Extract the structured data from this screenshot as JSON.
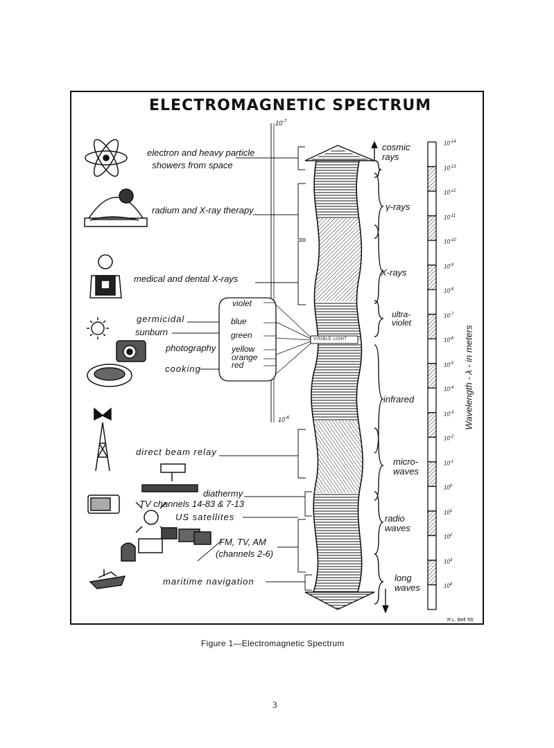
{
  "title": "ELECTROMAGNETIC SPECTRUM",
  "caption": "Figure 1—Electromagnetic Spectrum",
  "page_number": "3",
  "signature": "R.L. Bell '65",
  "visible_light_label": "VISIBLE LIGHT",
  "axis_label": "Wavelength - λ - in meters",
  "visible_scale": {
    "top_base": "10",
    "top_exp": "-7",
    "bottom_base": "10",
    "bottom_exp": "-6"
  },
  "applications": [
    {
      "id": "particle-showers",
      "text": "electron and heavy particle\n  showers from space"
    },
    {
      "id": "radium-xray-therapy",
      "text": "radium and X-ray therapy"
    },
    {
      "id": "medical-dental-xrays",
      "text": "medical and dental X-rays"
    },
    {
      "id": "germicidal",
      "text": "germicidal"
    },
    {
      "id": "sunburn",
      "text": "sunburn"
    },
    {
      "id": "photography",
      "text": "photography"
    },
    {
      "id": "cooking",
      "text": "cooking"
    },
    {
      "id": "direct-beam-relay",
      "text": "direct beam relay"
    },
    {
      "id": "diathermy",
      "text": "diathermy"
    },
    {
      "id": "tv-channels",
      "text": "TV channels 14-83 & 7-13"
    },
    {
      "id": "us-satellites",
      "text": "US satellites"
    },
    {
      "id": "fm-tv-am",
      "text": "FM, TV, AM"
    },
    {
      "id": "channels-2-6",
      "text": "(channels 2-6)"
    },
    {
      "id": "maritime-navigation",
      "text": "maritime navigation"
    }
  ],
  "visible_colors": [
    "violet",
    "blue",
    "green",
    "yellow",
    "orange",
    "red"
  ],
  "categories": [
    {
      "id": "cosmic-rays",
      "text": "cosmic\nrays"
    },
    {
      "id": "gamma-rays",
      "text": "γ-rays"
    },
    {
      "id": "x-rays",
      "text": "X-rays"
    },
    {
      "id": "ultraviolet",
      "text": "ultra-\nviolet"
    },
    {
      "id": "infrared",
      "text": "infrared"
    },
    {
      "id": "microwaves",
      "text": "micro-\nwaves"
    },
    {
      "id": "radio-waves",
      "text": "radio\nwaves"
    },
    {
      "id": "long-waves",
      "text": "long\nwaves"
    }
  ],
  "wavelength_ticks": [
    {
      "base": "10",
      "exp": "-14"
    },
    {
      "base": "10",
      "exp": "-13"
    },
    {
      "base": "10",
      "exp": "-12"
    },
    {
      "base": "10",
      "exp": "-11"
    },
    {
      "base": "10",
      "exp": "-10"
    },
    {
      "base": "10",
      "exp": "-9"
    },
    {
      "base": "10",
      "exp": "-8"
    },
    {
      "base": "10",
      "exp": "-7"
    },
    {
      "base": "10",
      "exp": "-6"
    },
    {
      "base": "10",
      "exp": "-5"
    },
    {
      "base": "10",
      "exp": "-4"
    },
    {
      "base": "10",
      "exp": "-3"
    },
    {
      "base": "10",
      "exp": "-2"
    },
    {
      "base": "10",
      "exp": "-1"
    },
    {
      "base": "10",
      "exp": "0"
    },
    {
      "base": "10",
      "exp": "1"
    },
    {
      "base": "10",
      "exp": "2"
    },
    {
      "base": "10",
      "exp": "3"
    },
    {
      "base": "10",
      "exp": "4"
    }
  ],
  "colors": {
    "ink": "#111111",
    "paper": "#ffffff",
    "hatch": "#444444"
  }
}
